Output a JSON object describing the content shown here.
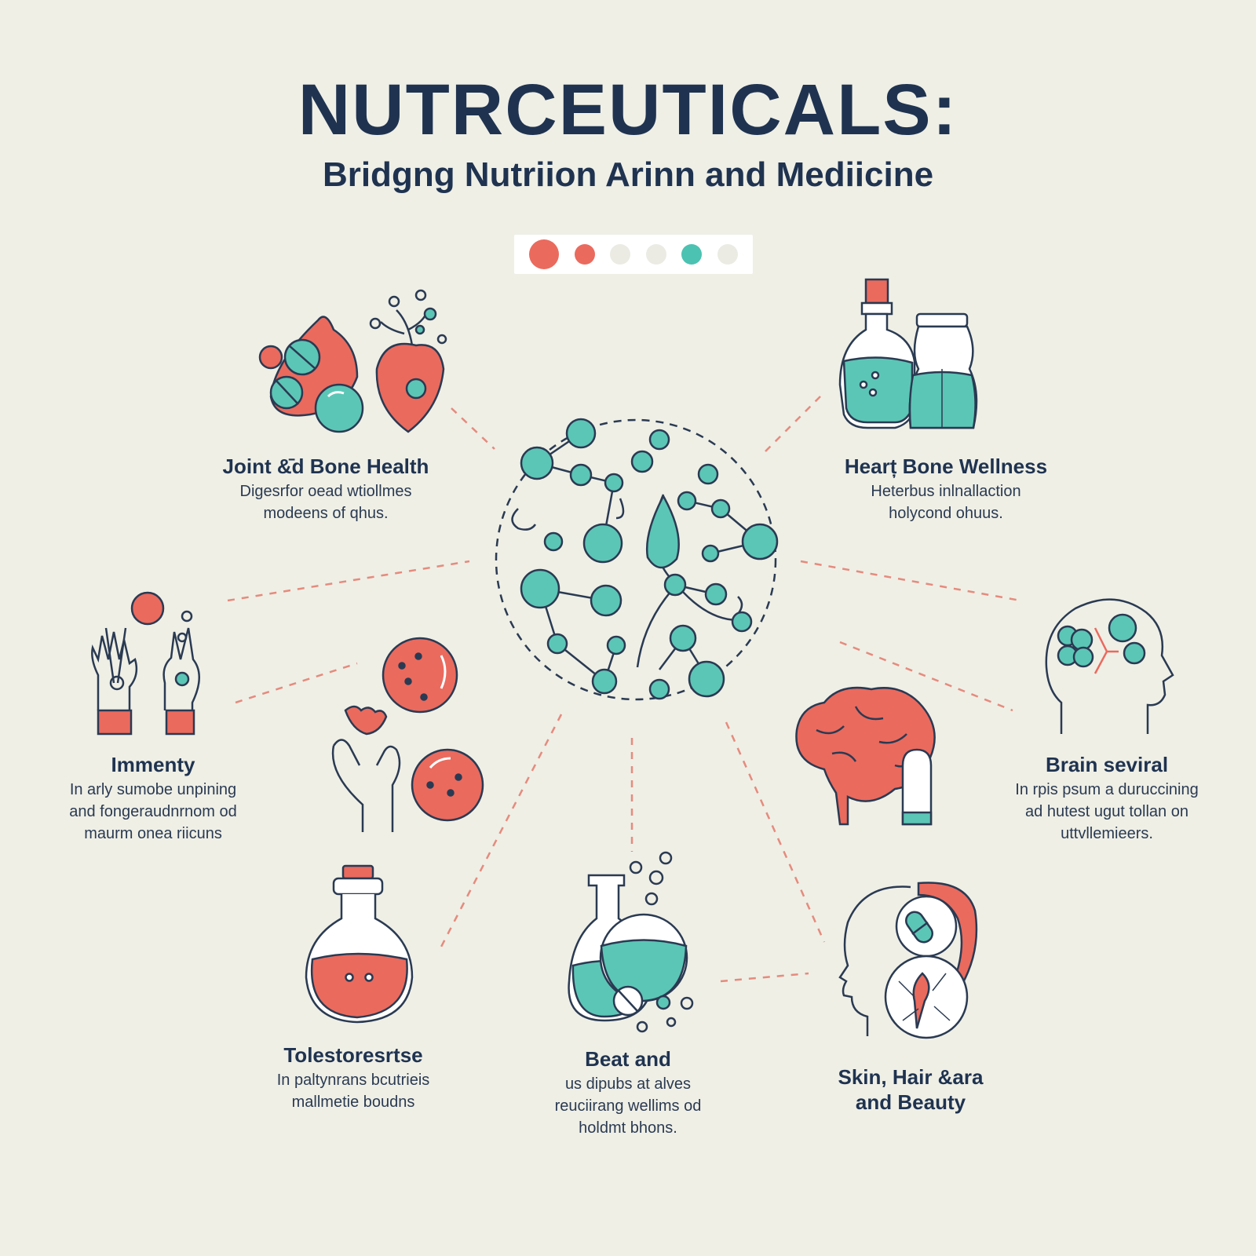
{
  "header": {
    "title": "NUTRCEUTICALS:",
    "subtitle": "Bridgng Nutriion Arinn and Mediicine"
  },
  "pager": {
    "dots": [
      {
        "color": "#ea6a5e",
        "size": "large"
      },
      {
        "color": "#ea6a5e",
        "size": "small"
      },
      {
        "color": "#ebebe4",
        "size": "small"
      },
      {
        "color": "#ebebe4",
        "size": "small"
      },
      {
        "color": "#4cc2b2",
        "size": "small"
      },
      {
        "color": "#ebebe4",
        "size": "small"
      }
    ]
  },
  "palette": {
    "coral": "#ea6a5e",
    "teal": "#5cc6b6",
    "navy": "#1f3350",
    "background": "#efefe6"
  },
  "topics": {
    "joint": {
      "title": "Joint &̄d Bone Health",
      "desc": [
        "Digesrfor oead wtiollmes",
        "modeens of qhus."
      ],
      "icon": "fruit-pill-icon"
    },
    "heart": {
      "title": "Hearț Bone Wellness",
      "desc": [
        "Heterbus inlnallaction",
        "holycond ohuus."
      ],
      "icon": "tonic-bottles-icon"
    },
    "immunity": {
      "title": "Immenty",
      "desc": [
        "In arly sumobe unpining",
        "and fongeraudnrnom od",
        "maurm onea riicuns"
      ],
      "icon": "hands-icon"
    },
    "berries": {
      "icon": "hand-berries-icon"
    },
    "brain": {
      "title": "Brain seviral",
      "desc": [
        "In rpis psum a duruccining",
        "ad hutest ugut tollan on",
        "uttvllemieers."
      ],
      "icon": "brain-head-icon"
    },
    "tolesto": {
      "title": "Tolestoresrtse",
      "desc": [
        "In paltynrans bcutrieis",
        "mallmetie boudns"
      ],
      "icon": "flask-icon"
    },
    "beat": {
      "title": "Beat and",
      "desc": [
        "us dipubs at alves",
        "reuciirang wellims od",
        "holdmt bhons."
      ],
      "icon": "lab-flask-icon"
    },
    "skin": {
      "title": "Skin, Hair &ara",
      "title2": "and Beauty",
      "icon": "skin-head-icon"
    }
  }
}
